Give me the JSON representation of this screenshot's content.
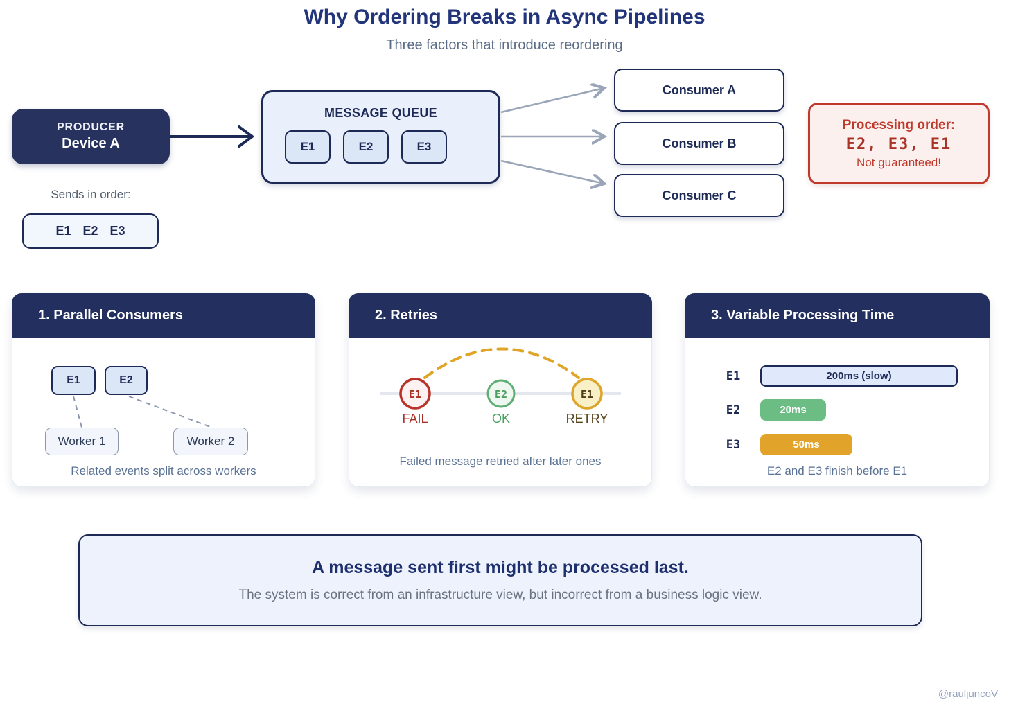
{
  "header": {
    "title": "Why Ordering Breaks in Async Pipelines",
    "subtitle": "Three factors that introduce reordering"
  },
  "flow": {
    "producer": {
      "role": "PRODUCER",
      "name": "Device A"
    },
    "queue": {
      "title": "MESSAGE QUEUE",
      "events": [
        "E1",
        "E2",
        "E3"
      ]
    },
    "consumers": [
      "Consumer A",
      "Consumer B",
      "Consumer C"
    ],
    "processing": {
      "title": "Processing order:",
      "order": "E2, E3, E1",
      "note": "Not guaranteed!"
    },
    "sends": {
      "label": "Sends in order:",
      "order": "E1 E2 E3"
    }
  },
  "cards": [
    {
      "title": "1. Parallel Consumers",
      "events": [
        "E1",
        "E2"
      ],
      "workers": [
        "Worker 1",
        "Worker 2"
      ],
      "caption": "Related events split across workers"
    },
    {
      "title": "2. Retries",
      "steps": [
        {
          "event": "E1",
          "status": "FAIL"
        },
        {
          "event": "E2",
          "status": "OK"
        },
        {
          "event": "E1",
          "status": "RETRY"
        }
      ],
      "caption": "Failed message retried after later ones"
    },
    {
      "title": "3. Variable Processing Time",
      "rows": [
        {
          "event": "E1",
          "duration": "200ms (slow)"
        },
        {
          "event": "E2",
          "duration": "20ms"
        },
        {
          "event": "E3",
          "duration": "50ms"
        }
      ],
      "caption": "E2 and E3 finish before E1"
    }
  ],
  "summary": {
    "title": "A message sent first might be processed last.",
    "subtitle": "The system is correct from an infrastructure view, but incorrect from a business logic view."
  },
  "watermark": "@rauljuncoV",
  "colors": {
    "navy": "#232f5e",
    "navy_border": "#1e2a56",
    "light_blue": "#e9effb",
    "red": "#c0392b",
    "dark_red": "#a93226",
    "green": "#6cbd83",
    "amber": "#e1a32a",
    "arrow_gray": "#9aa5b8"
  }
}
